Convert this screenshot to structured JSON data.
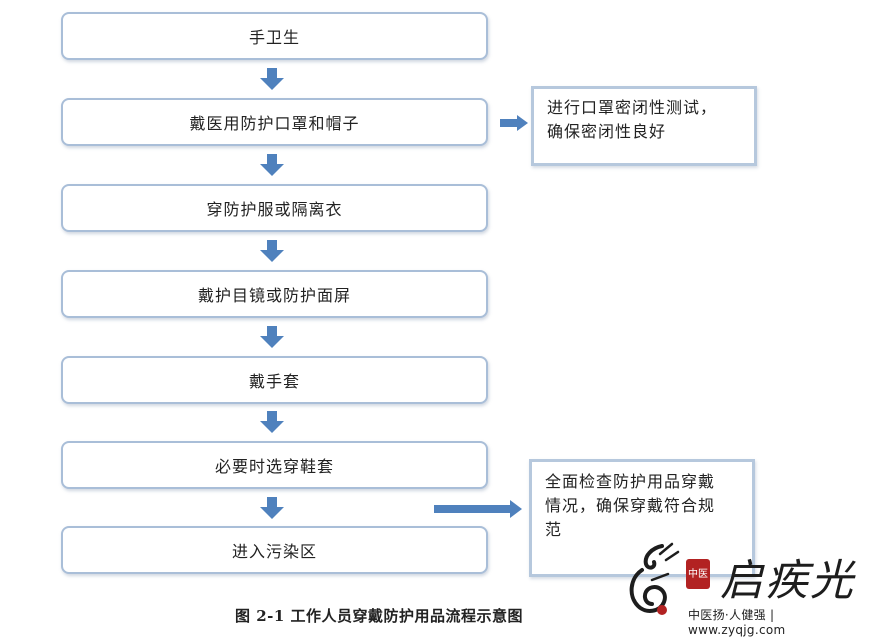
{
  "flow": {
    "steps": [
      "手卫生",
      "戴医用防护口罩和帽子",
      "穿防护服或隔离衣",
      "戴护目镜或防护面屏",
      "戴手套",
      "必要时选穿鞋套",
      "进入污染区"
    ],
    "notes": [
      {
        "line1": "进行口罩密闭性测试，",
        "line2": "确保密闭性良好"
      },
      {
        "line1": "全面检查防护用品穿戴",
        "line2": "情况，确保穿戴符合规",
        "line3": "范"
      }
    ]
  },
  "caption": "图 2-1 工作人员穿戴防护用品流程示意图",
  "watermark": {
    "seal": "中医",
    "name": "启疾光",
    "slogan": "中医扬·人健强 | www.zyqjg.com"
  },
  "colors": {
    "box_border": "#a9bed8",
    "arrow": "#4f81bd",
    "note_border": "#b6c8dd"
  },
  "icons": [
    "arrow-down-icon",
    "arrow-right-icon"
  ]
}
